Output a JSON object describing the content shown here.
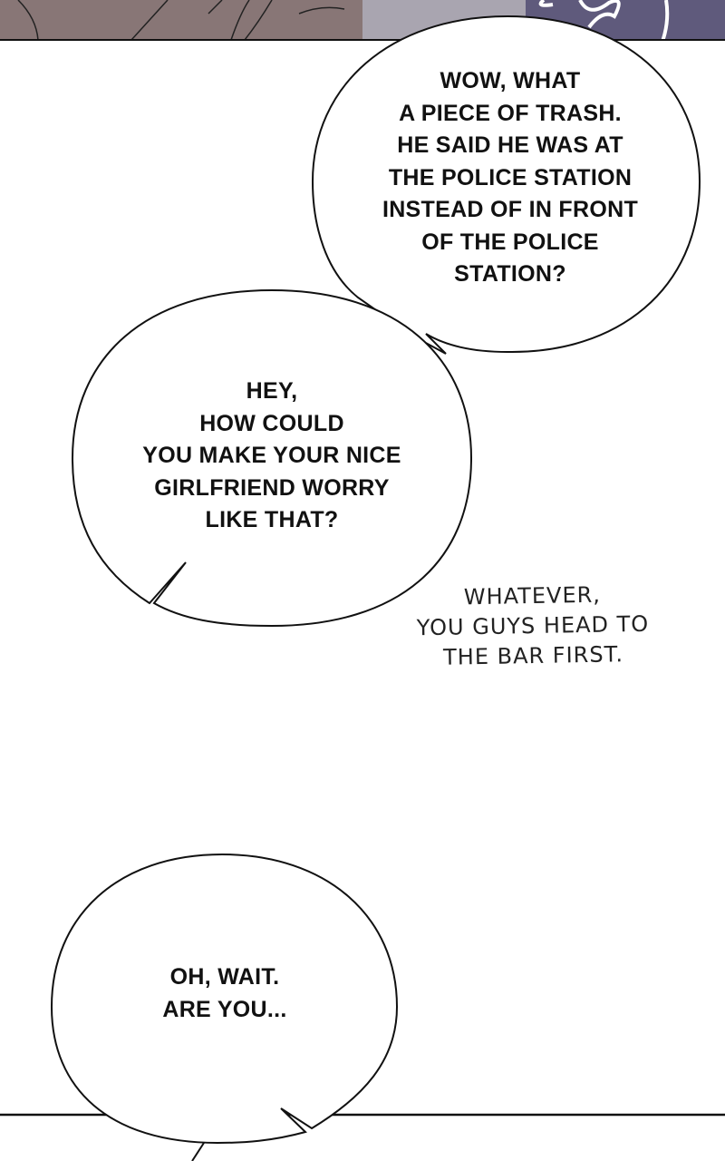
{
  "colors": {
    "panel_left": "#887676",
    "panel_mid": "#a9a5b0",
    "panel_right": "#5f5a7c",
    "ink": "#111111"
  },
  "bubbles": [
    {
      "lines": [
        "WOW, WHAT",
        "A PIECE OF TRASH.",
        "HE SAID HE WAS AT",
        "THE POLICE STATION",
        "INSTEAD OF IN FRONT",
        "OF THE POLICE",
        "STATION?"
      ]
    },
    {
      "lines": [
        "HEY,",
        "HOW COULD",
        "YOU MAKE YOUR NICE",
        "GIRLFRIEND WORRY",
        "LIKE THAT?"
      ]
    },
    {
      "lines": [
        "OH, WAIT.",
        "ARE YOU..."
      ]
    }
  ],
  "handwritten": {
    "lines": [
      "WHATEVER,",
      "YOU GUYS HEAD TO",
      "THE BAR FIRST."
    ]
  }
}
